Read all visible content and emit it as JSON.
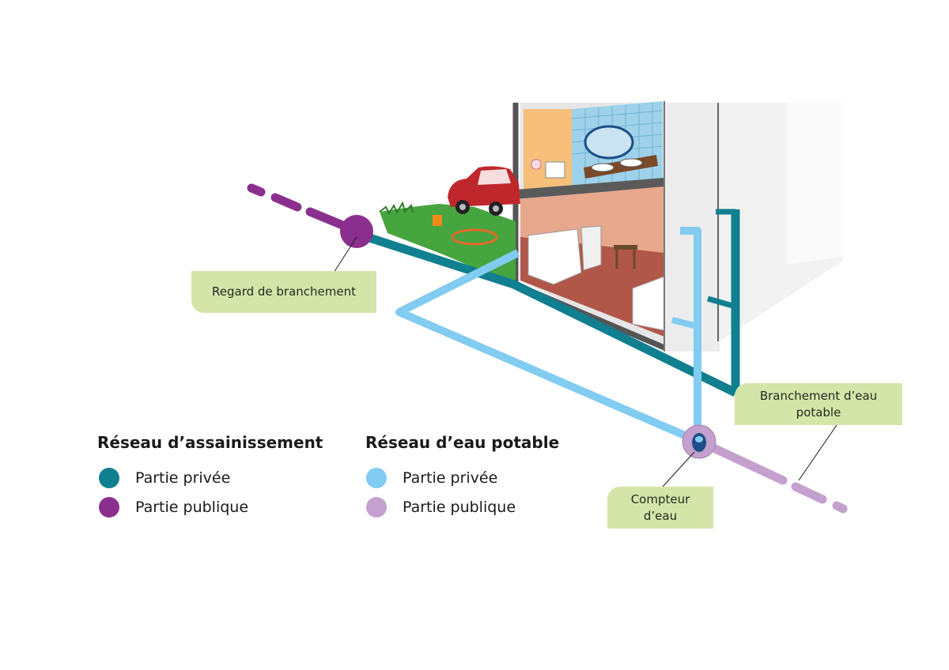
{
  "callouts": {
    "regard": "Regard de branchement",
    "branchement": "Branchement d’eau potable",
    "compteur": "Compteur d’eau"
  },
  "legend": {
    "assainissement": {
      "title": "Réseau d’assainissement",
      "items": [
        {
          "label": "Partie privée",
          "color": "#107f8f"
        },
        {
          "label": "Partie publique",
          "color": "#8b2f8e"
        }
      ]
    },
    "eau_potable": {
      "title": "Réseau d’eau potable",
      "items": [
        {
          "label": "Partie privée",
          "color": "#82cbf1"
        },
        {
          "label": "Partie publique",
          "color": "#c4a0cf"
        }
      ]
    }
  },
  "colors": {
    "callout_bg": "#d5e5a9",
    "sewer_private": "#107f8f",
    "sewer_public": "#8b2f8e",
    "water_private": "#82cbf1",
    "water_public": "#c4a0cf"
  }
}
